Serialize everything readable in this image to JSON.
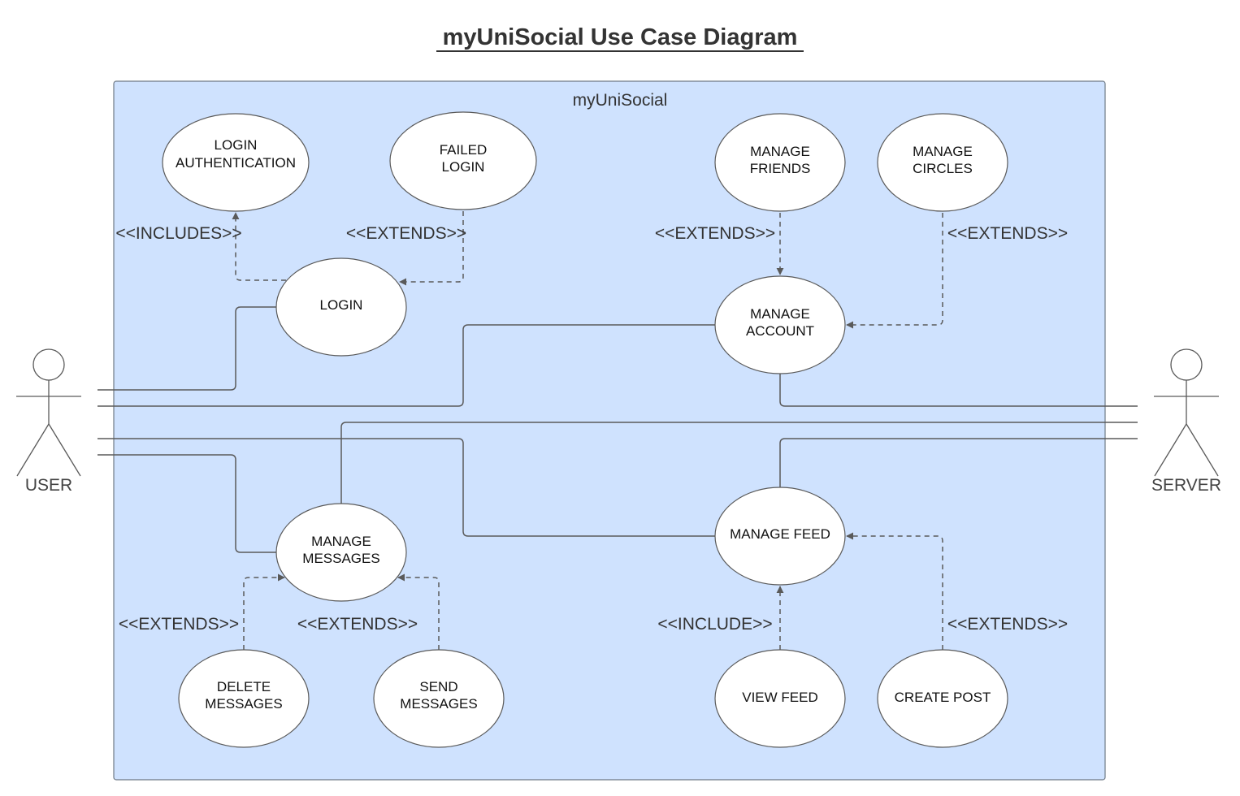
{
  "title": "myUniSocial Use Case Diagram",
  "system": {
    "label": "myUniSocial",
    "fill": "#cfe2fe",
    "border": "#6f7a86"
  },
  "actors": {
    "user": "USER",
    "server": "SERVER"
  },
  "use_cases": {
    "login_authentication": [
      "LOGIN",
      "AUTHENTICATION"
    ],
    "failed_login": [
      "FAILED",
      "LOGIN"
    ],
    "login": [
      "LOGIN"
    ],
    "manage_friends": [
      "MANAGE",
      "FRIENDS"
    ],
    "manage_circles": [
      "MANAGE",
      "CIRCLES"
    ],
    "manage_account": [
      "MANAGE",
      "ACCOUNT"
    ],
    "manage_messages": [
      "MANAGE",
      "MESSAGES"
    ],
    "delete_messages": [
      "DELETE",
      "MESSAGES"
    ],
    "send_messages": [
      "SEND",
      "MESSAGES"
    ],
    "manage_feed": [
      "MANAGE FEED"
    ],
    "view_feed": [
      "VIEW FEED"
    ],
    "create_post": [
      "CREATE POST"
    ]
  },
  "relations": {
    "login_includes_auth": "<<INCLUDES>>",
    "failed_extends_login": "<<EXTENDS>>",
    "friends_extends_account": "<<EXTENDS>>",
    "circles_extends_account": "<<EXTENDS>>",
    "delete_extends_messages": "<<EXTENDS>>",
    "send_extends_messages": "<<EXTENDS>>",
    "view_include_feed": "<<INCLUDE>>",
    "post_extends_feed": "<<EXTENDS>>"
  }
}
